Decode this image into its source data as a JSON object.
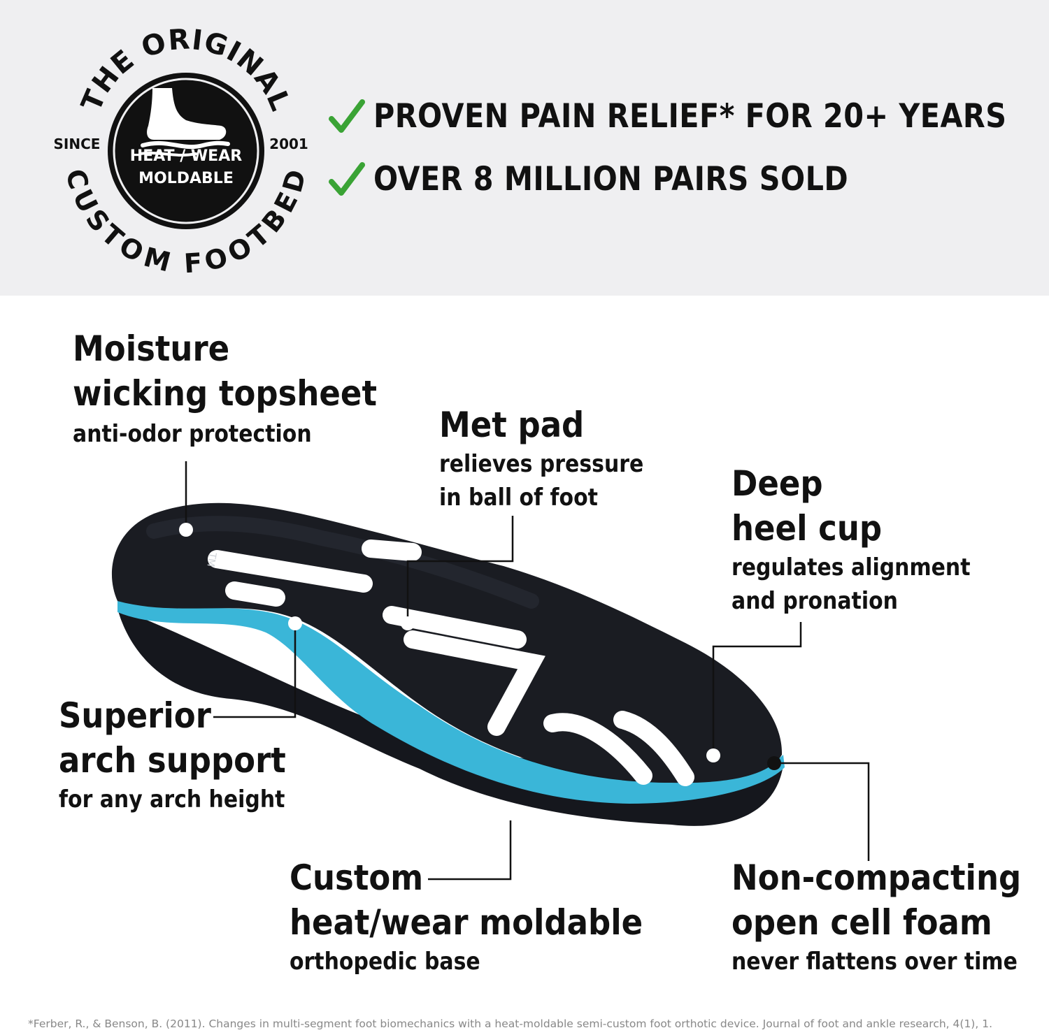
{
  "badge": {
    "arc_top": "THE ORIGINAL",
    "arc_bottom": "CUSTOM FOOTBED",
    "since_label": "SINCE",
    "year": "2001",
    "center_line1": "HEAT / WEAR",
    "center_line2": "MOLDABLE",
    "icon": "foot-icon"
  },
  "claims": [
    {
      "icon": "check-icon",
      "text": "PROVEN PAIN RELIEF* FOR 20+ YEARS"
    },
    {
      "icon": "check-icon",
      "text": "OVER 8 MILLION PAIRS SOLD"
    }
  ],
  "features": {
    "moisture": {
      "title_line1": "Moisture",
      "title_line2": "wicking topsheet",
      "subtitle": "anti-odor protection"
    },
    "met_pad": {
      "title": "Met pad",
      "subtitle_line1": "relieves pressure",
      "subtitle_line2": "in ball of foot"
    },
    "heel_cup": {
      "title_line1": "Deep",
      "title_line2": "heel cup",
      "subtitle_line1": "regulates alignment",
      "subtitle_line2": "and pronation"
    },
    "arch": {
      "title_line1": "Superior",
      "title_line2": "arch support",
      "subtitle": "for any arch height"
    },
    "base": {
      "title_line1": "Custom",
      "title_line2": "heat/wear moldable",
      "subtitle": "orthopedic base"
    },
    "foam": {
      "title_line1": "Non-compacting",
      "title_line2": "open cell foam",
      "subtitle": "never flattens over time"
    }
  },
  "colors": {
    "band_bg": "#efeff1",
    "check_green": "#3aa335",
    "insole_blue": "#3ab6d8",
    "insole_black": "#15171d"
  },
  "footnote": "*Ferber, R., & Benson, B. (2011). Changes in multi-segment foot biomechanics with a heat-moldable semi-custom foot orthotic device. Journal of foot and ankle research, 4(1), 1."
}
